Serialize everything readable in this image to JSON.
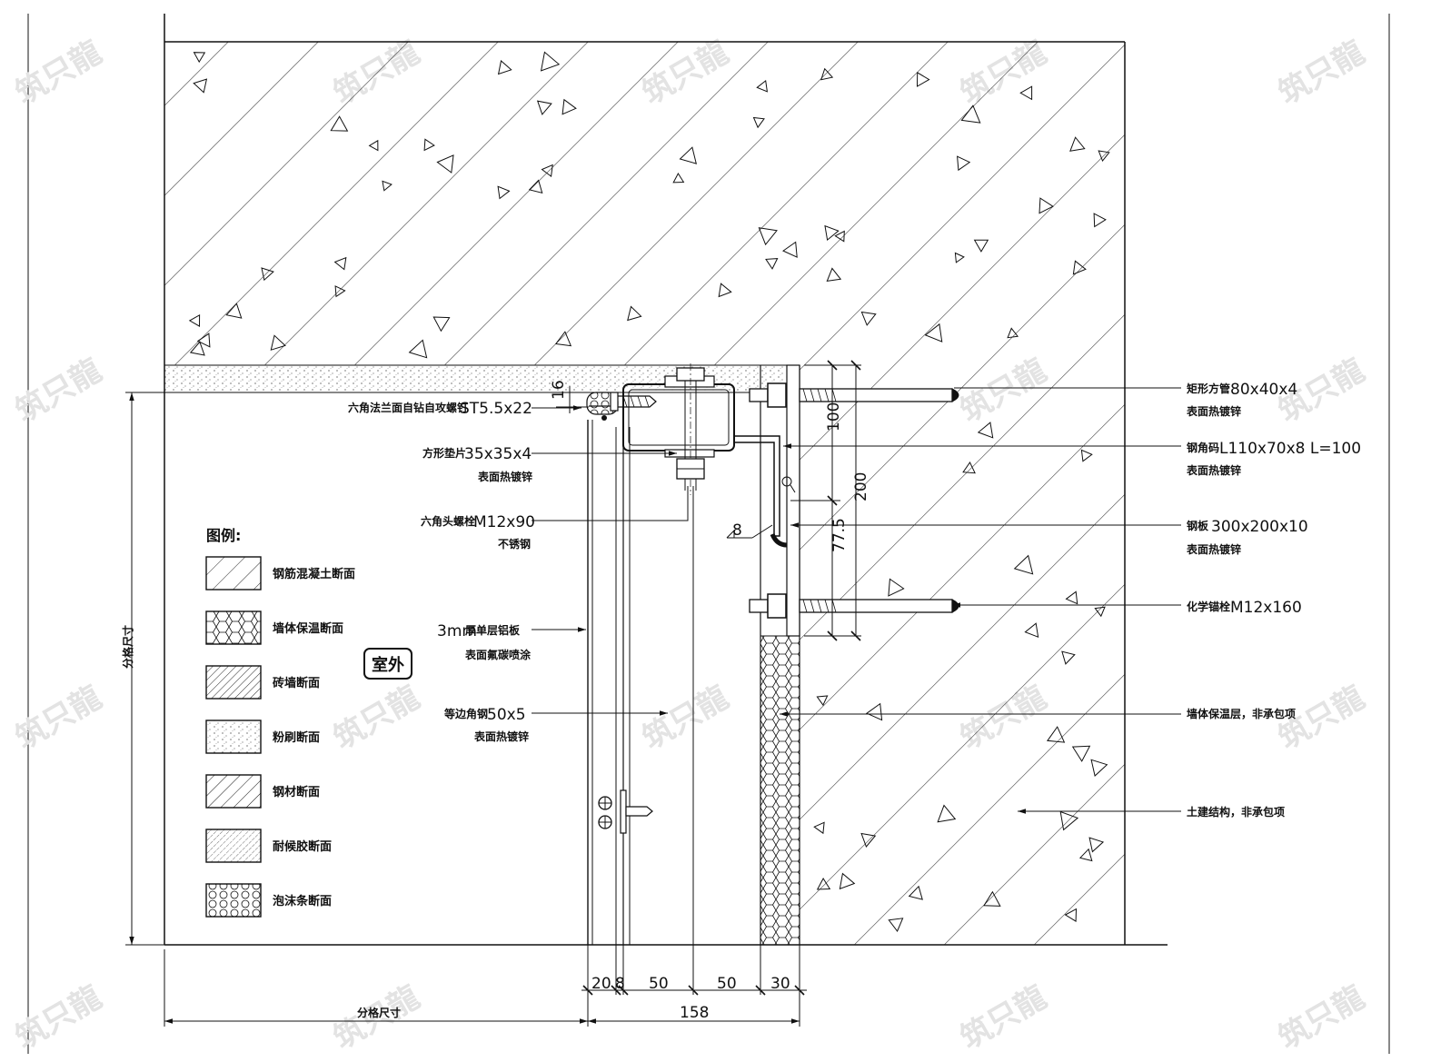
{
  "colors": {
    "line": "#111111",
    "paper": "#ffffff",
    "watermark": "#e3e3e3"
  },
  "room_label": "室外",
  "legend": {
    "title": "图例:",
    "items": [
      {
        "label": "钢筋混凝土断面",
        "hatch": "concrete"
      },
      {
        "label": "墙体保温断面",
        "hatch": "hexagon"
      },
      {
        "label": "砖墙断面",
        "hatch": "dense-diagonal"
      },
      {
        "label": "粉刷断面",
        "hatch": "dots"
      },
      {
        "label": "钢材断面",
        "hatch": "diagonal"
      },
      {
        "label": "耐候胶断面",
        "hatch": "fine-diagonal"
      },
      {
        "label": "泡沫条断面",
        "hatch": "circles"
      }
    ]
  },
  "labels_left": [
    {
      "cn": "六角法兰面自钻自攻螺钉",
      "en": "ST5.5x22",
      "sub": ""
    },
    {
      "cn": "方形垫片",
      "en": "35x35x4",
      "sub": "表面热镀锌"
    },
    {
      "cn": "六角头螺栓",
      "en": "M12x90",
      "sub": "不锈钢"
    },
    {
      "cn": "",
      "en": "3mm",
      "cn2": "厚单层铝板",
      "sub": "表面氟碳喷涂"
    },
    {
      "cn": "等边角钢",
      "en": "50x5",
      "sub": "表面热镀锌"
    }
  ],
  "labels_right": [
    {
      "cn": "矩形方管",
      "en": "80x40x4",
      "sub": "表面热镀锌"
    },
    {
      "cn": "钢角码",
      "en": "L110x70x8 L=100",
      "sub": "表面热镀锌"
    },
    {
      "cn": "钢板",
      "en": "300x200x10",
      "sub": "表面热镀锌"
    },
    {
      "cn": "化学锚栓",
      "en": "M12x160",
      "sub": ""
    },
    {
      "cn": "墙体保温层，非承包项",
      "en": "",
      "sub": ""
    },
    {
      "cn": "土建结构，非承包项",
      "en": "",
      "sub": ""
    }
  ],
  "dims": {
    "bottom": [
      "20",
      "8",
      "50",
      "50",
      "30"
    ],
    "total": "158",
    "left_grid": "分格尺寸",
    "vertical_grid": "分格尺寸",
    "gap": "16",
    "v100": "100",
    "v200": "200",
    "v775": "77.5",
    "weld": "8"
  },
  "watermark": "筑只龍"
}
